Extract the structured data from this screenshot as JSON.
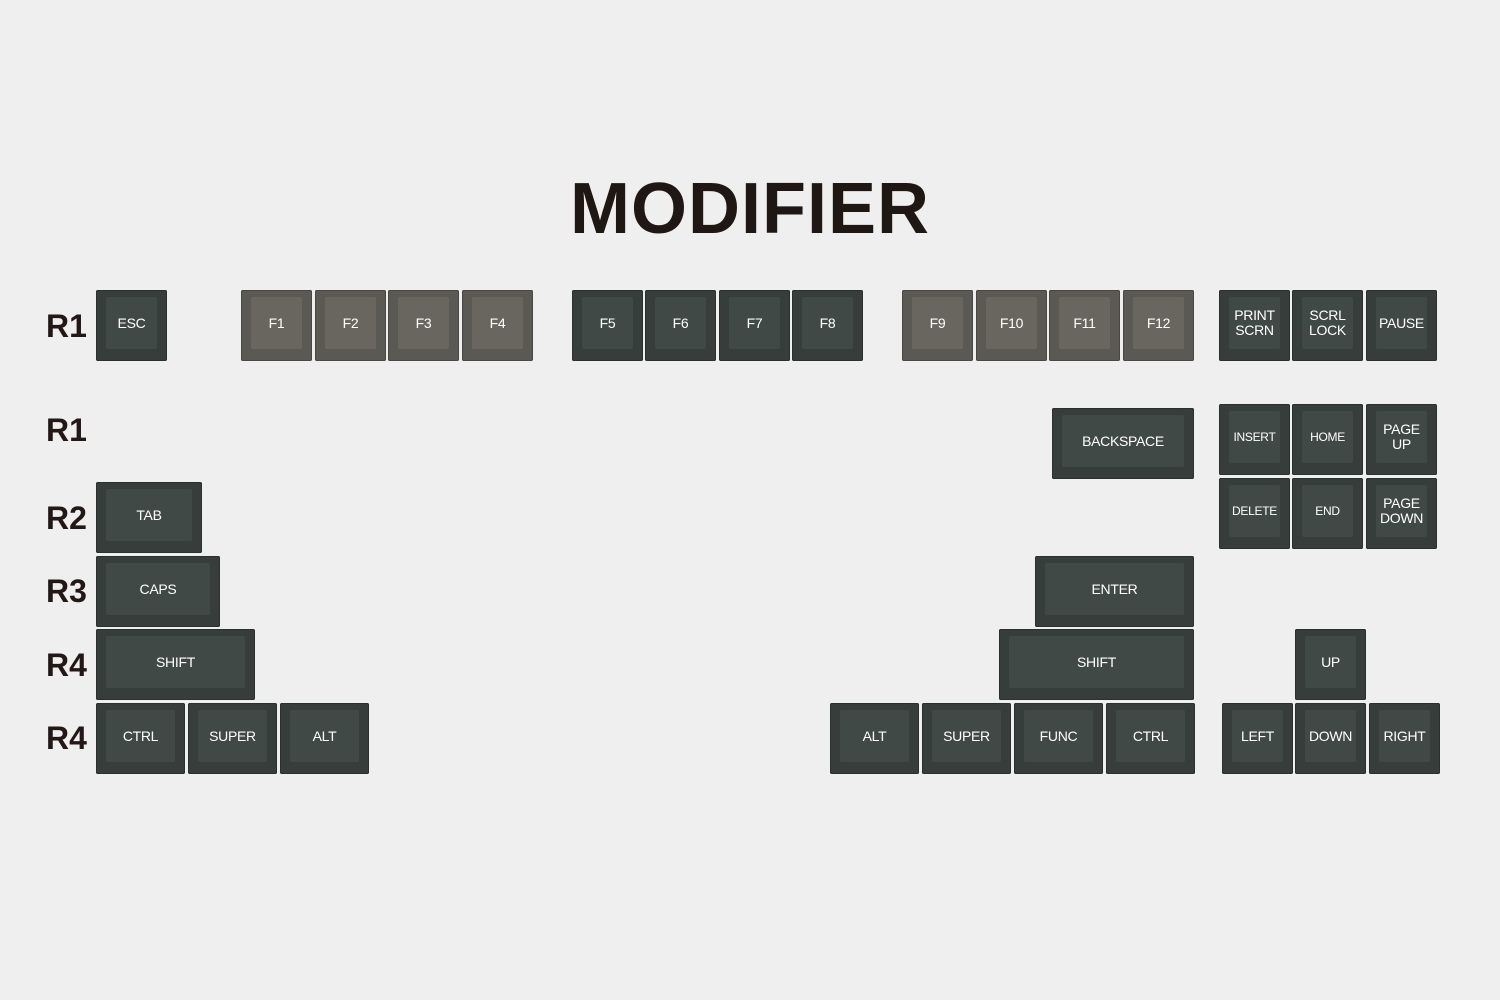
{
  "title": "MODIFIER",
  "row_labels": [
    "R1",
    "R1",
    "R2",
    "R3",
    "R4",
    "R4"
  ],
  "colors": {
    "dark_key": "#363d3a",
    "grey_key": "#5b5953",
    "background": "#efefef"
  },
  "keys": {
    "esc": "ESC",
    "f1": "F1",
    "f2": "F2",
    "f3": "F3",
    "f4": "F4",
    "f5": "F5",
    "f6": "F6",
    "f7": "F7",
    "f8": "F8",
    "f9": "F9",
    "f10": "F10",
    "f11": "F11",
    "f12": "F12",
    "print_scrn": "PRINT\nSCRN",
    "scrl_lock": "SCRL\nLOCK",
    "pause": "PAUSE",
    "backspace": "BACKSPACE",
    "insert": "INSERT",
    "home": "HOME",
    "page_up": "PAGE\nUP",
    "delete": "DELETE",
    "end": "END",
    "page_down": "PAGE\nDOWN",
    "tab": "TAB",
    "caps": "CAPS",
    "enter": "ENTER",
    "shift_left": "SHIFT",
    "shift_right": "SHIFT",
    "up": "UP",
    "ctrl_left": "CTRL",
    "super_left": "SUPER",
    "alt_left": "ALT",
    "alt_right": "ALT",
    "super_right": "SUPER",
    "func": "FUNC",
    "ctrl_right": "CTRL",
    "left": "LEFT",
    "down": "DOWN",
    "right": "RIGHT"
  }
}
